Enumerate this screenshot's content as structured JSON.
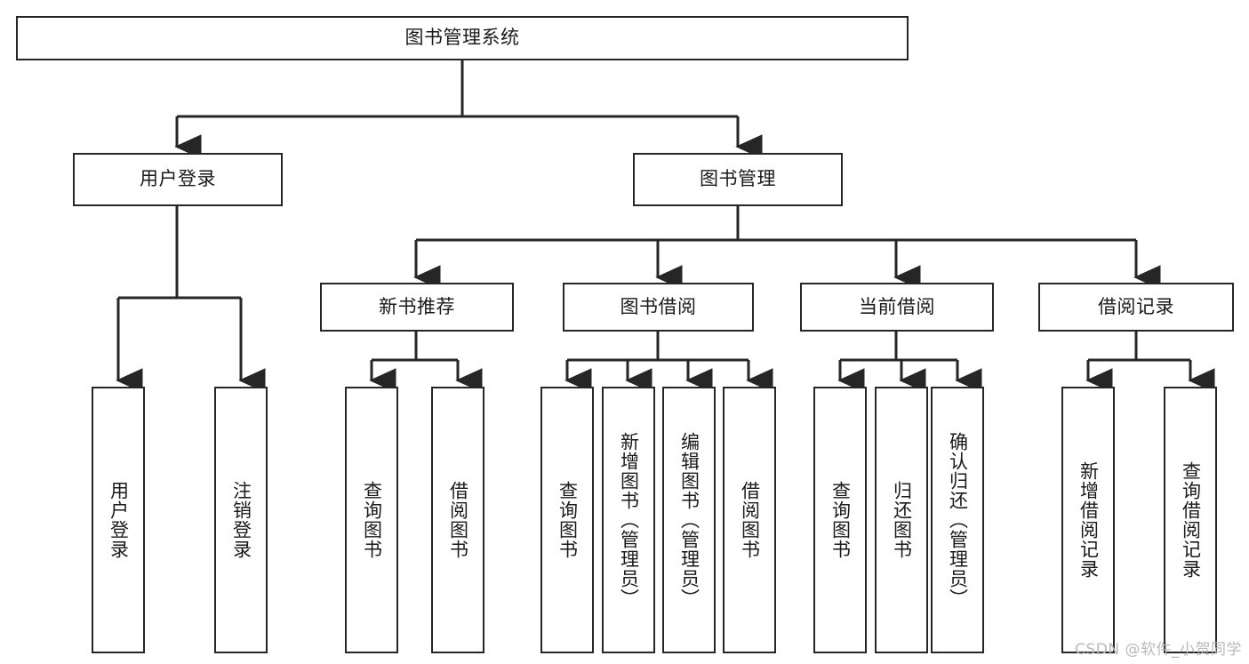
{
  "diagram": {
    "title": "图书管理系统",
    "type": "tree-hierarchy-diagram",
    "root": {
      "label": "图书管理系统"
    },
    "level2": [
      {
        "label": "用户登录"
      },
      {
        "label": "图书管理"
      }
    ],
    "level3": [
      {
        "label": "新书推荐"
      },
      {
        "label": "图书借阅"
      },
      {
        "label": "当前借阅"
      },
      {
        "label": "借阅记录"
      }
    ],
    "leaves": {
      "user_login": [
        {
          "label": "用户登录"
        },
        {
          "label": "注销登录"
        }
      ],
      "new_book_recommend": [
        {
          "label": "查询图书"
        },
        {
          "label": "借阅图书"
        }
      ],
      "book_borrow": [
        {
          "label": "查询图书"
        },
        {
          "label": "新增图书（管理员）"
        },
        {
          "label": "编辑图书（管理员）"
        },
        {
          "label": "借阅图书"
        }
      ],
      "current_borrow": [
        {
          "label": "查询图书"
        },
        {
          "label": "归还图书"
        },
        {
          "label": "确认归还（管理员）"
        }
      ],
      "borrow_record": [
        {
          "label": "新增借阅记录"
        },
        {
          "label": "查询借阅记录"
        }
      ]
    }
  },
  "watermark": {
    "text": "CSDN @软件_小贺同学"
  },
  "colors": {
    "stroke": "#262626",
    "background": "#ffffff",
    "text": "#1a1a1a",
    "watermark": "#b9b9b9"
  }
}
